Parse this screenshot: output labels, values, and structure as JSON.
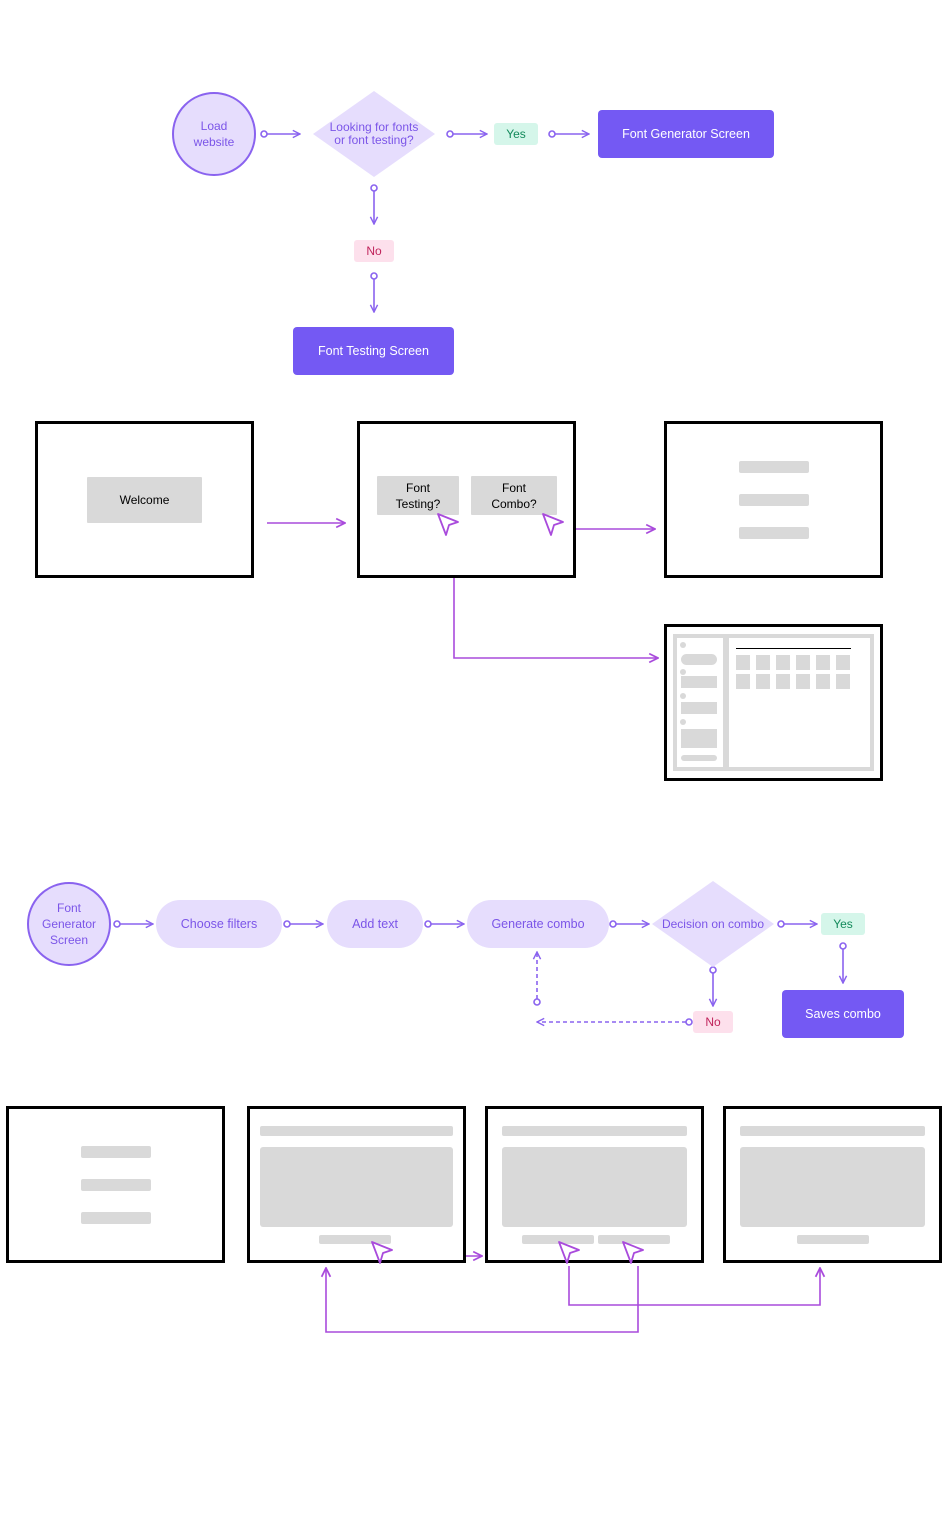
{
  "flow1": {
    "start": "Load website",
    "decision": "Looking for fonts or font testing?",
    "yes": "Yes",
    "no": "No",
    "yes_target": "Font Generator Screen",
    "no_target": "Font Testing Screen"
  },
  "wire1": {
    "welcome_button": "Welcome",
    "testing_button": "Font Testing?",
    "combo_button": "Font Combo?"
  },
  "flow2": {
    "start": "Font Generator Screen",
    "step1": "Choose filters",
    "step2": "Add text",
    "step3": "Generate combo",
    "decision": "Decision on combo",
    "yes": "Yes",
    "no": "No",
    "yes_target": "Saves combo"
  },
  "colors": {
    "node_fill": "#e6ddfd",
    "node_text": "#7b55e8",
    "primary": "#7459f3",
    "arrow": "#8a63ef",
    "wire_arrow": "#a94bdc",
    "yes_fill": "#d5f6ea",
    "no_fill": "#fde0ec",
    "wire_grey": "#d9d9d9"
  },
  "icons": {
    "cursor": "cursor-icon",
    "arrow": "arrow-icon"
  }
}
